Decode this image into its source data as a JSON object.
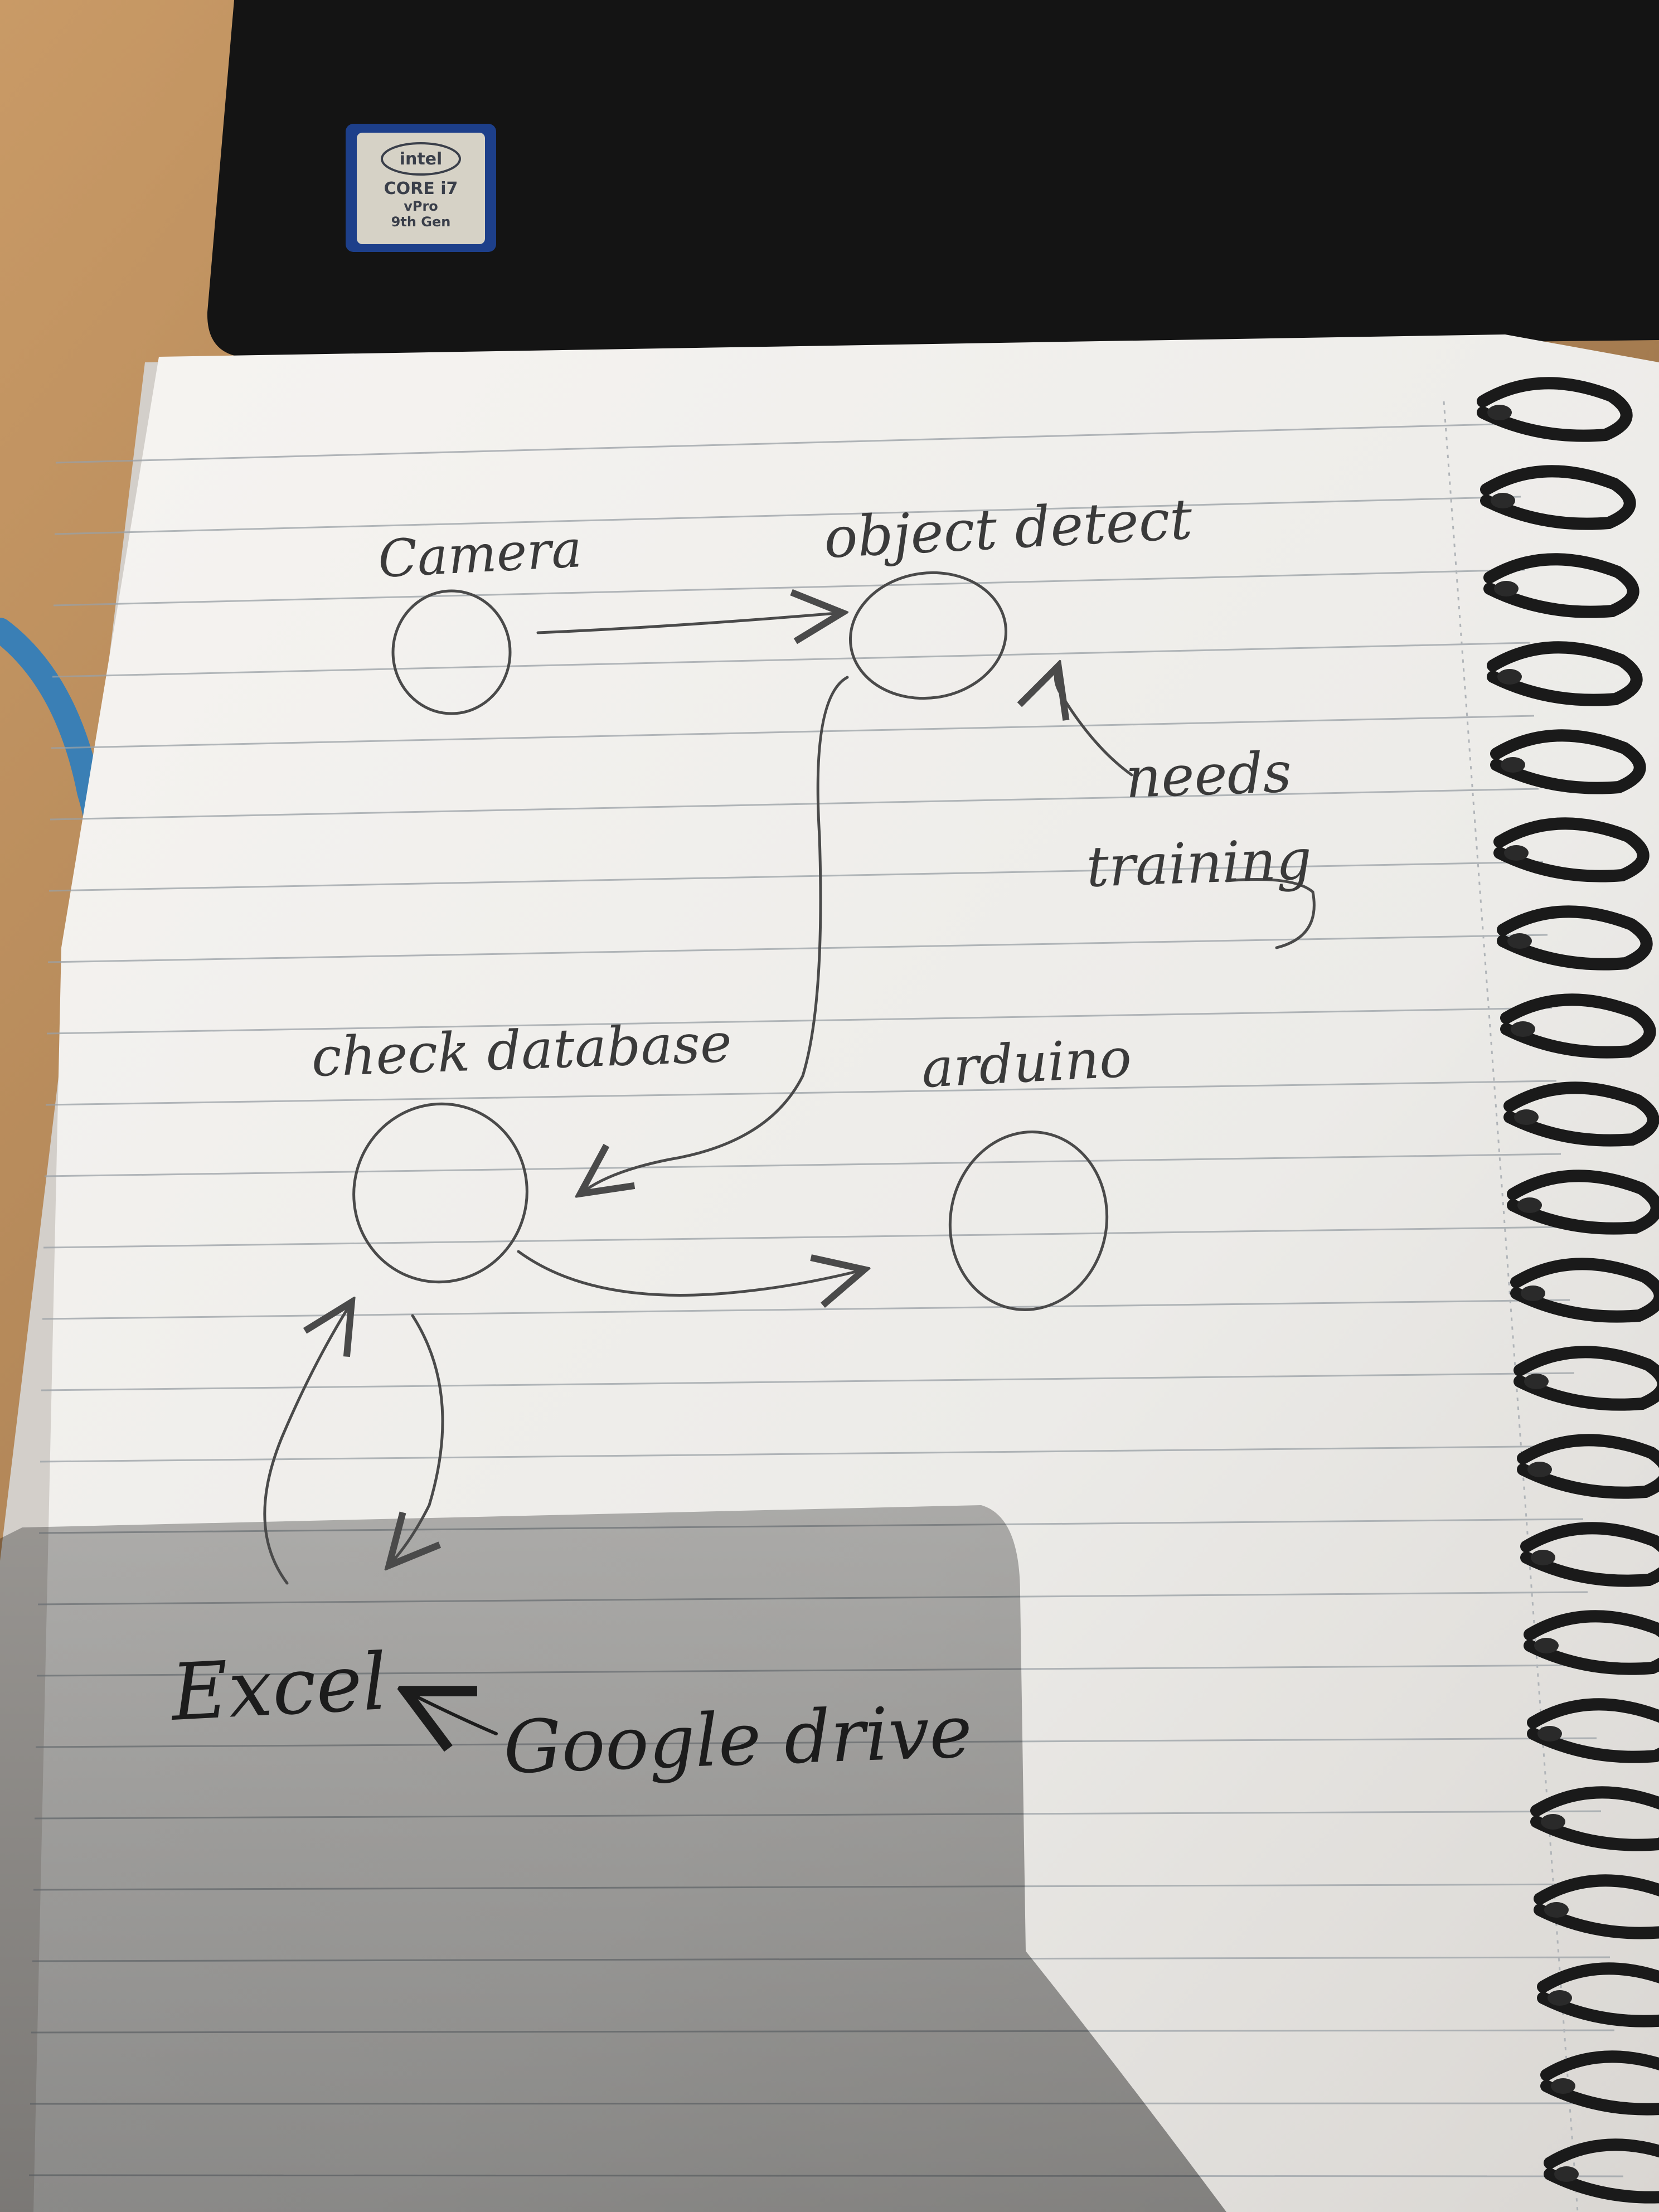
{
  "laptop_sticker": {
    "brand": "intel",
    "line1": "CORE i7",
    "line2": "vPro",
    "line3": "9th Gen"
  },
  "diagram": {
    "nodes": [
      {
        "id": "camera",
        "label": "Camera"
      },
      {
        "id": "object_detect",
        "label": "object detect"
      },
      {
        "id": "check_database",
        "label": "check database"
      },
      {
        "id": "arduino",
        "label": "arduino"
      }
    ],
    "notes": [
      {
        "id": "needs_training",
        "lines": [
          "needs",
          "training"
        ],
        "points_to": "object_detect"
      }
    ],
    "external": [
      {
        "id": "excel",
        "label": "Excel"
      },
      {
        "id": "google_drive",
        "label": "Google drive"
      }
    ],
    "edges": [
      {
        "from": "camera",
        "to": "object_detect"
      },
      {
        "from": "object_detect",
        "to": "check_database"
      },
      {
        "from": "check_database",
        "to": "arduino"
      },
      {
        "from": "check_database",
        "to": "excel"
      },
      {
        "from": "excel",
        "to": "check_database"
      },
      {
        "from": "google_drive",
        "to": "excel"
      }
    ]
  },
  "colors": {
    "pencil": "#4a4a4a",
    "ink": "#1c1c1c",
    "paper": "#f3f1ee",
    "rule_line": "#9aa0a6",
    "desk": "#b8895a",
    "laptop": "#151515",
    "spiral": "#1a1a1a"
  }
}
